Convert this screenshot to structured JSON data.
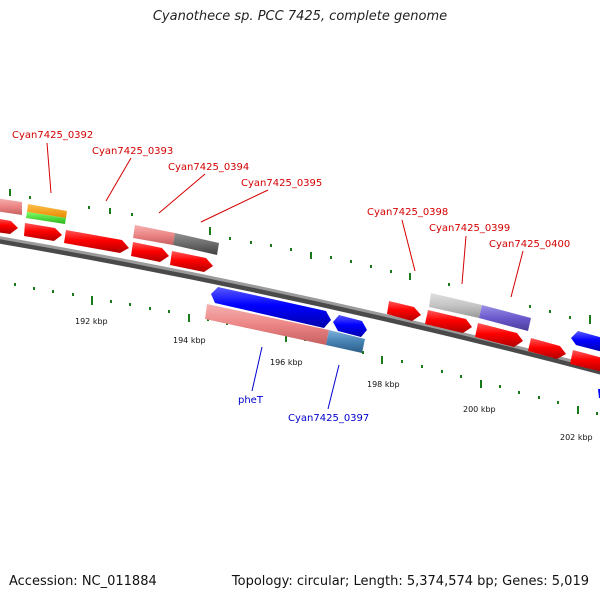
{
  "title": "Cyanothece sp. PCC 7425, complete genome",
  "footer": {
    "accession": "Accession: NC_011884",
    "summary": "Topology: circular; Length: 5,374,574 bp; Genes: 5,019"
  },
  "scale_labels": [
    "192 kbp",
    "194 kbp",
    "196 kbp",
    "198 kbp",
    "200 kbp",
    "202 kbp"
  ],
  "gene_labels_forward": [
    "Cyan7425_0392",
    "Cyan7425_0393",
    "Cyan7425_0394",
    "Cyan7425_0395",
    "Cyan7425_0398",
    "Cyan7425_0399",
    "Cyan7425_0400"
  ],
  "gene_labels_reverse": [
    "pheT",
    "Cyan7425_0397"
  ],
  "colors": {
    "forward_label": "#d40000",
    "reverse_label": "#0000cc",
    "cds_forward": "#ff0000",
    "cds_reverse": "#0000ff",
    "backbone": "#808080",
    "tick": "#1a7a1a"
  }
}
